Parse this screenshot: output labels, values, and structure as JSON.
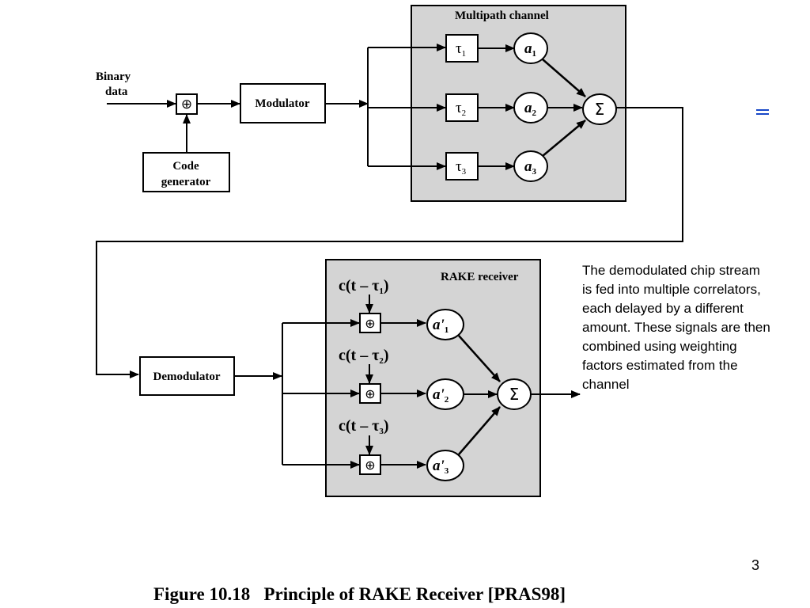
{
  "multipath": {
    "title": "Multipath channel",
    "delays": [
      "τ",
      "τ",
      "τ"
    ],
    "subscripts": [
      "1",
      "2",
      "3"
    ],
    "gains": [
      "a",
      "a",
      "a"
    ],
    "sum": "Σ"
  },
  "transmitter": {
    "input_label_line1": "Binary",
    "input_label_line2": "data",
    "xor": "⊕",
    "modulator": "Modulator",
    "code_gen_line1": "Code",
    "code_gen_line2": "generator"
  },
  "rake": {
    "title": "RAKE receiver",
    "demodulator": "Demodulator",
    "codes": [
      "c(t – τ",
      "c(t – τ",
      "c(t – τ"
    ],
    "code_close": ")",
    "xor": "⊕",
    "weights": [
      "a'",
      "a'",
      "a'"
    ],
    "sum": "Σ"
  },
  "description": "The demodulated chip stream is fed into multiple correlators, each delayed by a different amount. These signals are then combined using weighting factors estimated from the channel",
  "figure_caption": "Figure 10.18   Principle of RAKE Receiver [PRAS98]",
  "page_number": "3",
  "colors": {
    "panel": "#d4d4d4",
    "menu_icon": "#1848c8"
  },
  "icons": {
    "menu": "hamburger-menu-icon"
  }
}
